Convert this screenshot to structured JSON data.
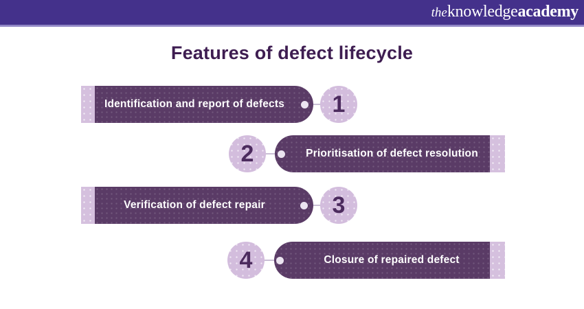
{
  "header": {
    "logo_the": "the",
    "logo_knowledge": "knowledge",
    "logo_academy": "academy"
  },
  "title": "Features of defect lifecycle",
  "steps": [
    {
      "number": "1",
      "label": "Identification and report of defects"
    },
    {
      "number": "2",
      "label": "Prioritisation of defect resolution"
    },
    {
      "number": "3",
      "label": "Verification of defect repair"
    },
    {
      "number": "4",
      "label": "Closure of repaired defect"
    }
  ],
  "colors": {
    "header_bg": "#44318b",
    "header_underline": "#9187c5",
    "title_text": "#3e1d51",
    "pill_bg": "#5a3b66",
    "pill_text": "#ffffff",
    "light_lavender": "#d5c0de",
    "number_text": "#4c2b5e",
    "dot_fill": "#ebe4f0",
    "connector_line": "#c9bfd4"
  }
}
